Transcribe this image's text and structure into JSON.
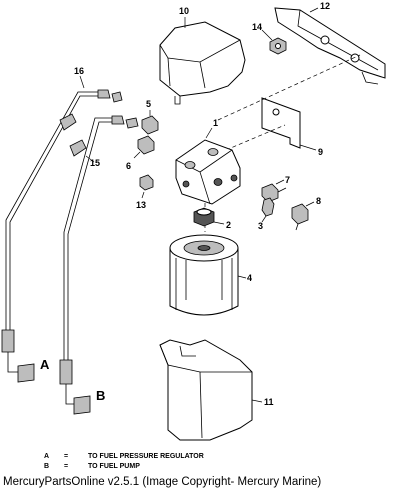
{
  "callouts": {
    "c1": "1",
    "c2": "2",
    "c3": "3",
    "c4": "4",
    "c5": "5",
    "c6": "6",
    "c7": "7",
    "c8": "8",
    "c9": "9",
    "c10": "10",
    "c11": "11",
    "c12": "12",
    "c13": "13",
    "c14": "14",
    "c15": "15",
    "c16": "16"
  },
  "line_labels": {
    "a": "A",
    "b": "B"
  },
  "legend": [
    {
      "key": "A",
      "eq": "=",
      "text": "TO FUEL PRESSURE REGULATOR"
    },
    {
      "key": "B",
      "eq": "=",
      "text": "TO FUEL PUMP"
    }
  ],
  "caption": "MercuryPartsOnline v2.5.1 (Image Copyright- Mercury Marine)"
}
